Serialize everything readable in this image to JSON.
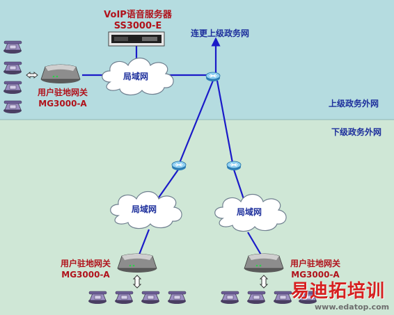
{
  "top_zone": {
    "label": "上级政务外网",
    "color": "#b5dce0"
  },
  "bottom_zone": {
    "label": "下级政务外网",
    "color": "#cfe7d6"
  },
  "server": {
    "title": "VoIP语音服务器",
    "model": "SS3000-E"
  },
  "uplink": {
    "label": "连更上级政务网"
  },
  "lan_label": "局域网",
  "gateways": {
    "top": {
      "title": "用户驻地网关",
      "model": "MG3000-A"
    },
    "bottom_left": {
      "title": "用户驻地网关",
      "model": "MG3000-A"
    },
    "bottom_right": {
      "title": "用户驻地网关",
      "model": "MG3000-A"
    }
  },
  "watermark": {
    "text": "易迪拓培训",
    "url": "www.edatop.com"
  },
  "colors": {
    "link": "#1a1ac8",
    "label_red": "#b0121b",
    "label_blue": "#1d2f9c",
    "router": "#5fb2e6"
  },
  "icons": [
    "telephone-icon",
    "router-icon",
    "cloud-icon",
    "server-icon",
    "gateway-icon",
    "arrow-icon"
  ]
}
